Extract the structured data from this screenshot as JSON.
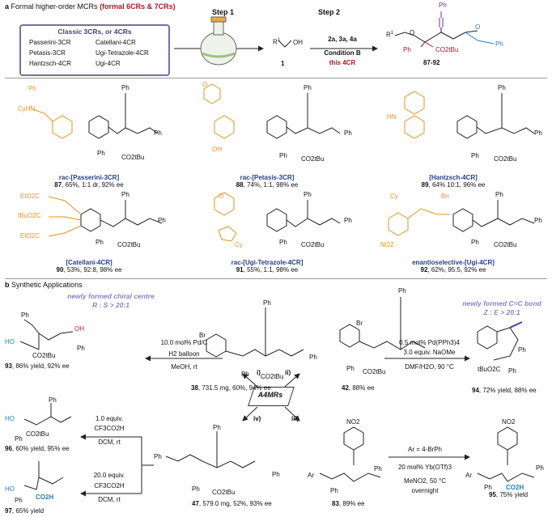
{
  "section_a": {
    "letter": "a",
    "title": "Formal higher-order MCRs ",
    "title_highlight": "(formal 6CRs & 7CRs)"
  },
  "classic_box": {
    "title": "Classic 3CRs, or 4CRs",
    "items_left": [
      "Passerini-3CR",
      "Petasis-3CR",
      "Hantzsch-4CR"
    ],
    "items_right": [
      "Catellani-4CR",
      "Ugi-Tetrazole-4CR",
      "Ugi-4CR"
    ]
  },
  "steps": {
    "step1": "Step 1",
    "step2": "Step 2",
    "reagents": "2a, 3a, 4a",
    "condition": "Condition B",
    "this4cr": "this 4CR",
    "sm_label": "1",
    "sm_r": "R",
    "sm_sup": "1",
    "sm_oh": "OH",
    "product_label": "87-92"
  },
  "products": [
    {
      "name": "rac-[Passerini-3CR]",
      "num": "87",
      "data": ", 65%, 1:1 dr, 92% ee"
    },
    {
      "name": "rac-[Petasis-3CR]",
      "num": "88",
      "data": ", 74%, 1:1, 98% ee"
    },
    {
      "name": "[Hantzsch-4CR]",
      "num": "89",
      "data": ", 64% 10:1, 96% ee"
    },
    {
      "name": "[Catellani-4CR]",
      "num": "90",
      "data": ",  53%, 92:8, 98% ee"
    },
    {
      "name": "rac-[Ugi-Tetrazole-4CR]",
      "num": "91",
      "data": ", 55%, 1:1, 98% ee"
    },
    {
      "name": "enantioselective-[Ugi-4CR]",
      "num": "92",
      "data": ", 62%, 95:5, 92% ee"
    }
  ],
  "section_b": {
    "letter": "b",
    "title": "Synthetic Applications"
  },
  "center_label": "A4MRs",
  "routes": [
    "i)",
    "ii)",
    "iii)",
    "iv)"
  ],
  "notes": {
    "chiral": "newly formed chiral centre",
    "chiral_ratio": "R : S > 20:1",
    "alkene": "newly formed C=C bond",
    "alkene_ratio": "Z : E > 20:1"
  },
  "conditions": {
    "c93": [
      "10.0 mol% Pd/C",
      "H2 balloon",
      "MeOH, rt"
    ],
    "c94": [
      "0.5 mol%  Pd(PPh3)4",
      "3.0 equiv. NaOMe",
      "DMF/H2O, 90 °C"
    ],
    "c96": [
      "1.0 equiv.",
      "CF3CO2H",
      "DCM, rt"
    ],
    "c97": [
      "20.0 equiv.",
      "CF3CO2H",
      "DCM, rt"
    ],
    "c95": [
      "Ar = 4-BrPh",
      "20 mol% Yb(OTf)3",
      "MeNO2, 50 °C",
      "overnight"
    ]
  },
  "compounds": {
    "c38": {
      "num": "38",
      "data": ", 731.5 mg, 60%, 94% ee"
    },
    "c42": {
      "num": "42",
      "data": ", 88% ee"
    },
    "c47": {
      "num": "47",
      "data": ", 579.0 mg, 52%, 93% ee"
    },
    "c83": {
      "num": "83",
      "data": ", 89% ee"
    },
    "c93": {
      "num": "93",
      "data": ", 86% yield, 92% ee"
    },
    "c94": {
      "num": "94",
      "data": ", 72% yield, 88% ee"
    },
    "c95": {
      "num": "95",
      "data": ", 75% yield"
    },
    "c96": {
      "num": "96",
      "data": ", 60% yield, 95% ee"
    },
    "c97": {
      "num": "97",
      "data": ", 65% yield"
    }
  },
  "atoms": {
    "ph": "Ph",
    "o": "O",
    "oh": "OH",
    "ho": "HO",
    "co2tbu": "CO2tBu",
    "co2h": "CO2H",
    "br": "Br",
    "no2": "NO2",
    "ar": "Ar",
    "cyhn": "CyHN",
    "hn": "HN",
    "bn": "Bn",
    "cy": "Cy",
    "etO2c": "EtO2C",
    "tbuo2c": "tBuO2C"
  },
  "colors": {
    "accent_red": "#b0171f",
    "caption_blue": "#243e8a",
    "orange": "#e8921e",
    "note_purple": "#8583c8",
    "box_purple": "#7d6aa9",
    "teal": "#1f7fc0"
  }
}
